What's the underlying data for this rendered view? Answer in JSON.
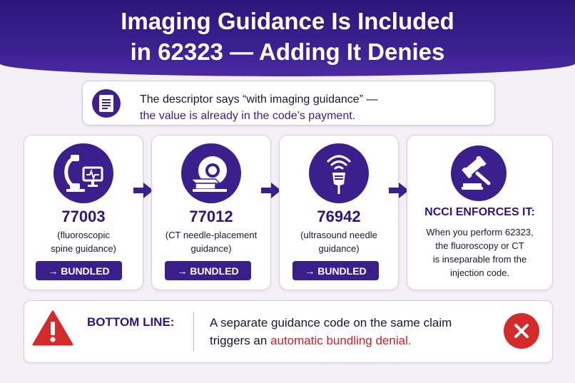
{
  "header": {
    "title_line1": "Imaging Guidance Is Included",
    "title_line2": "in 62323 — Adding It Denies"
  },
  "callout": {
    "icon": "document-icon",
    "line1": "The descriptor says “with imaging guidance” —",
    "line2": "the value is already in the code’s payment."
  },
  "cards": [
    {
      "icon": "fluoroscopy-c-arm-icon",
      "code": "77003",
      "desc1": "(fluoroscopic",
      "desc2": "spine guidance)",
      "badge": "→ BUNDLED"
    },
    {
      "icon": "ct-scanner-icon",
      "code": "77012",
      "desc1": "(CT needle-placement",
      "desc2": "guidance)",
      "badge": "→ BUNDLED"
    },
    {
      "icon": "ultrasound-probe-icon",
      "code": "76942",
      "desc1": "(ultrasound needle",
      "desc2": "guidance)",
      "badge": "→ BUNDLED"
    }
  ],
  "ncci": {
    "icon": "gavel-icon",
    "title": "NCCI ENFORCES IT:",
    "line1": "When you perform 62323,",
    "line2": "the fluoroscopy or CT",
    "line3": "is inseparable from the",
    "line4": "injection code."
  },
  "bottom": {
    "label": "BOTTOM LINE:",
    "line1": "A separate guidance code on the same claim",
    "line2_prefix": "triggers an ",
    "line2_red": "automatic bundling denial.",
    "warn_icon": "warning-triangle-icon",
    "x_icon": "x-circle-icon"
  },
  "colors": {
    "primary": "#3b1f8c",
    "alert": "#c8202c",
    "background": "#f3f1f7"
  }
}
